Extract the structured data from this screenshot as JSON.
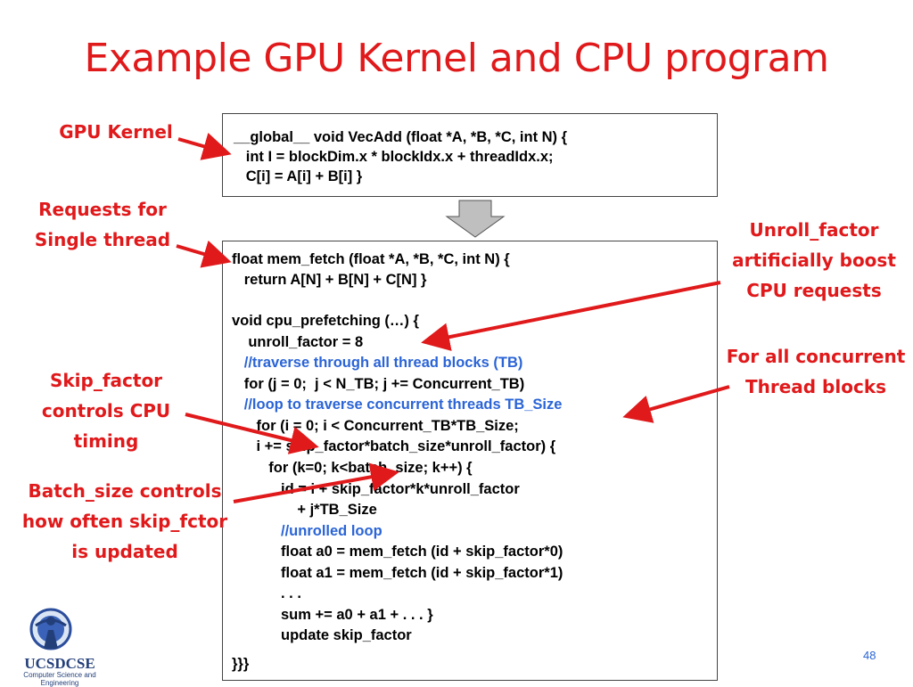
{
  "title": "Example GPU Kernel and CPU program",
  "page_number": "48",
  "logo": {
    "text": "UCSDCSE",
    "subtitle": "Computer Science and Engineering"
  },
  "labels": {
    "gpu_kernel": "GPU Kernel",
    "requests_line1": "Requests for",
    "requests_line2": "Single thread",
    "skip_line1": "Skip_factor",
    "skip_line2": "controls CPU",
    "skip_line3": "timing",
    "batch_line1": "Batch_size controls",
    "batch_line2": "how often skip_fctor",
    "batch_line3": "is updated",
    "unroll_line1": "Unroll_factor",
    "unroll_line2": "artificially boost",
    "unroll_line3": "CPU requests",
    "forall_line1": "For all concurrent",
    "forall_line2": "Thread blocks"
  },
  "gpu_code": [
    "__global__ void VecAdd (float *A, *B, *C, int N) {",
    "   int I = blockDim.x * blockIdx.x + threadIdx.x;",
    "   C[i] = A[i] + B[i] }"
  ],
  "cpu_code": [
    "float mem_fetch (float *A, *B, *C, int N) {",
    "   return A[N] + B[N] + C[N] }",
    "",
    "void cpu_prefetching (…) {",
    "    unroll_factor = 8",
    "   //traverse through all thread blocks (TB)",
    "   for (j = 0;  j < N_TB; j += Concurrent_TB)",
    "   //loop to traverse concurrent threads TB_Size",
    "      for (i = 0; i < Concurrent_TB*TB_Size;",
    "      i += skip_factor*batch_size*unroll_factor) {",
    "         for (k=0; k<batch_size; k++) {",
    "            id = i + skip_factor*k*unroll_factor",
    "                + j*TB_Size",
    "            //unrolled loop",
    "            float a0 = mem_fetch (id + skip_factor*0)",
    "            float a1 = mem_fetch (id + skip_factor*1)",
    "            . . .",
    "            sum += a0 + a1 + . . . }",
    "            update skip_factor",
    "}}}"
  ],
  "colors": {
    "title": "#e0191b",
    "comment": "#2a64d6",
    "arrow": "#e0191b"
  }
}
